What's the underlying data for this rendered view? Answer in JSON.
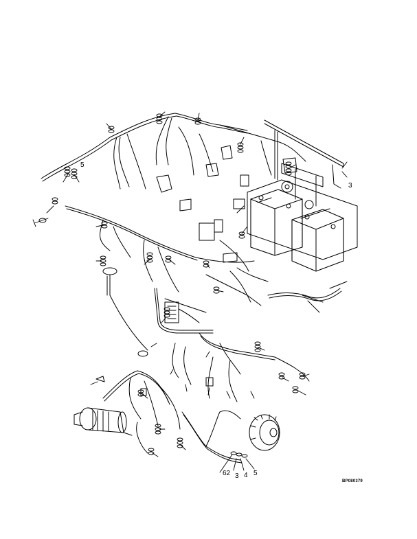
{
  "figure": {
    "code": "BP080379"
  },
  "callouts": {
    "top_5": "5",
    "bottom_62": "62",
    "bottom_3": "3",
    "bottom_4": "4",
    "bottom_5": "5",
    "right_3": "3"
  }
}
